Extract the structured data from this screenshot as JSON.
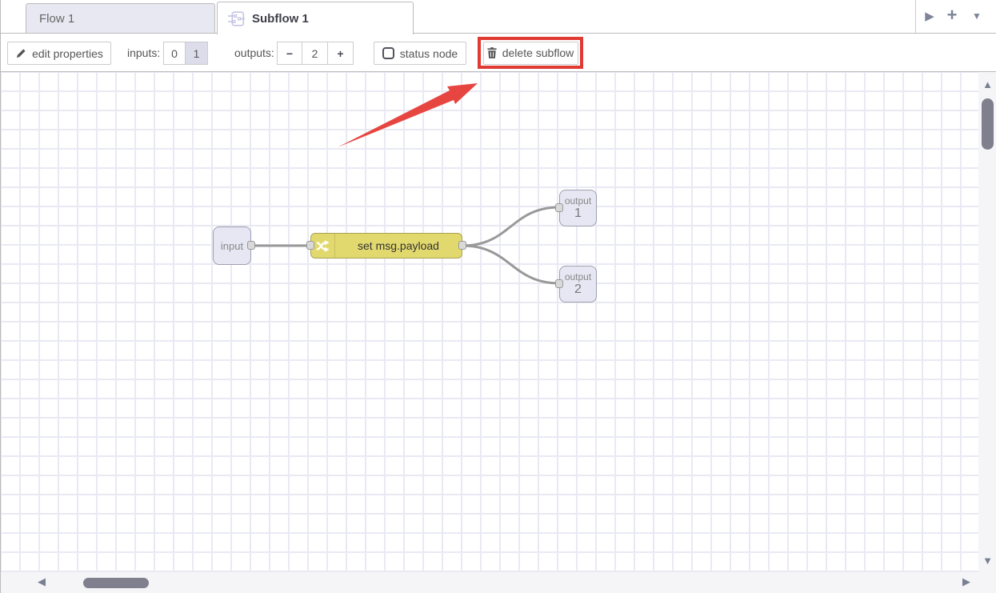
{
  "tabbar": {
    "flow_tab": "Flow 1",
    "subflow_tab": "Subflow 1"
  },
  "icons": {
    "triangle_right": "▶",
    "plus_sign": "+",
    "chevron_down": "▼",
    "scroll_up": "▲",
    "scroll_down": "▼",
    "scroll_left": "◀",
    "scroll_right": "▶"
  },
  "toolbar": {
    "edit_properties_label": "edit properties",
    "inputs_label": "inputs:",
    "inputs_options": [
      "0",
      "1"
    ],
    "inputs_selected": "1",
    "outputs_label": "outputs:",
    "outputs_decrease": "−",
    "outputs_value": "2",
    "outputs_increase": "+",
    "status_node_label": "status node",
    "status_node_checked": false,
    "delete_subflow_label": "delete subflow"
  },
  "canvas": {
    "nodes": {
      "input": {
        "label": "input"
      },
      "change": {
        "label": "set msg.payload"
      },
      "output1": {
        "label": "output",
        "number": "1"
      },
      "output2": {
        "label": "output",
        "number": "2"
      }
    }
  },
  "colors": {
    "node_yellow": "#e2d96e",
    "node_lavender": "#e7e7f3",
    "wire": "#999999",
    "grid_line": "#e9e9f4",
    "tab_inactive_bg": "#e8e8f2",
    "annotation_red": "#e03a33"
  }
}
